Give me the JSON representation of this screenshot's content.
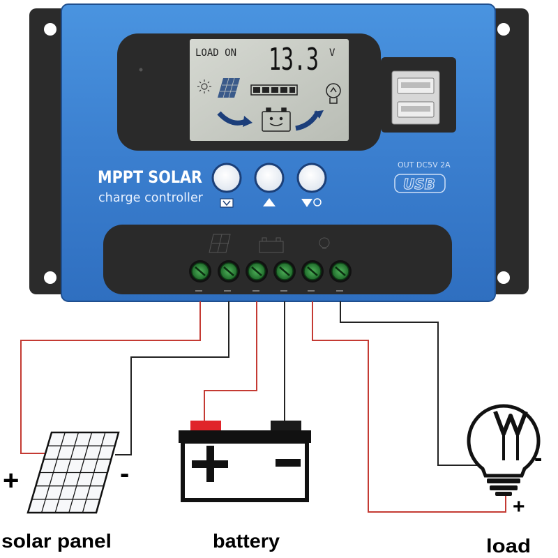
{
  "controller": {
    "lcd_status": "LOAD ON",
    "lcd_voltage": "13.3",
    "lcd_unit": "V",
    "brand_title": "MPPT SOLAR",
    "brand_subtitle": "charge controller",
    "usb_spec": "OUT DC5V 2A",
    "usb_logo": "USB",
    "buttons": [
      {
        "icon": "menu-icon"
      },
      {
        "icon": "up-arrow-icon"
      },
      {
        "icon": "down-arrow-bulb-icon"
      }
    ]
  },
  "components": {
    "solar_panel": {
      "label": "solar panel",
      "plus": "+",
      "minus": "-"
    },
    "battery": {
      "label": "battery",
      "plus": "+",
      "minus": "-"
    },
    "load": {
      "label": "load",
      "plus": "+",
      "minus": "-"
    }
  },
  "colors": {
    "housing_blue": "#3f86d6",
    "housing_dark": "#2d2d2d",
    "wire_red": "#c43a33",
    "wire_black": "#222222",
    "terminal_green": "#2f8a3a",
    "battery_red": "#e0242a",
    "lcd_bg": "#c8cbc4"
  }
}
